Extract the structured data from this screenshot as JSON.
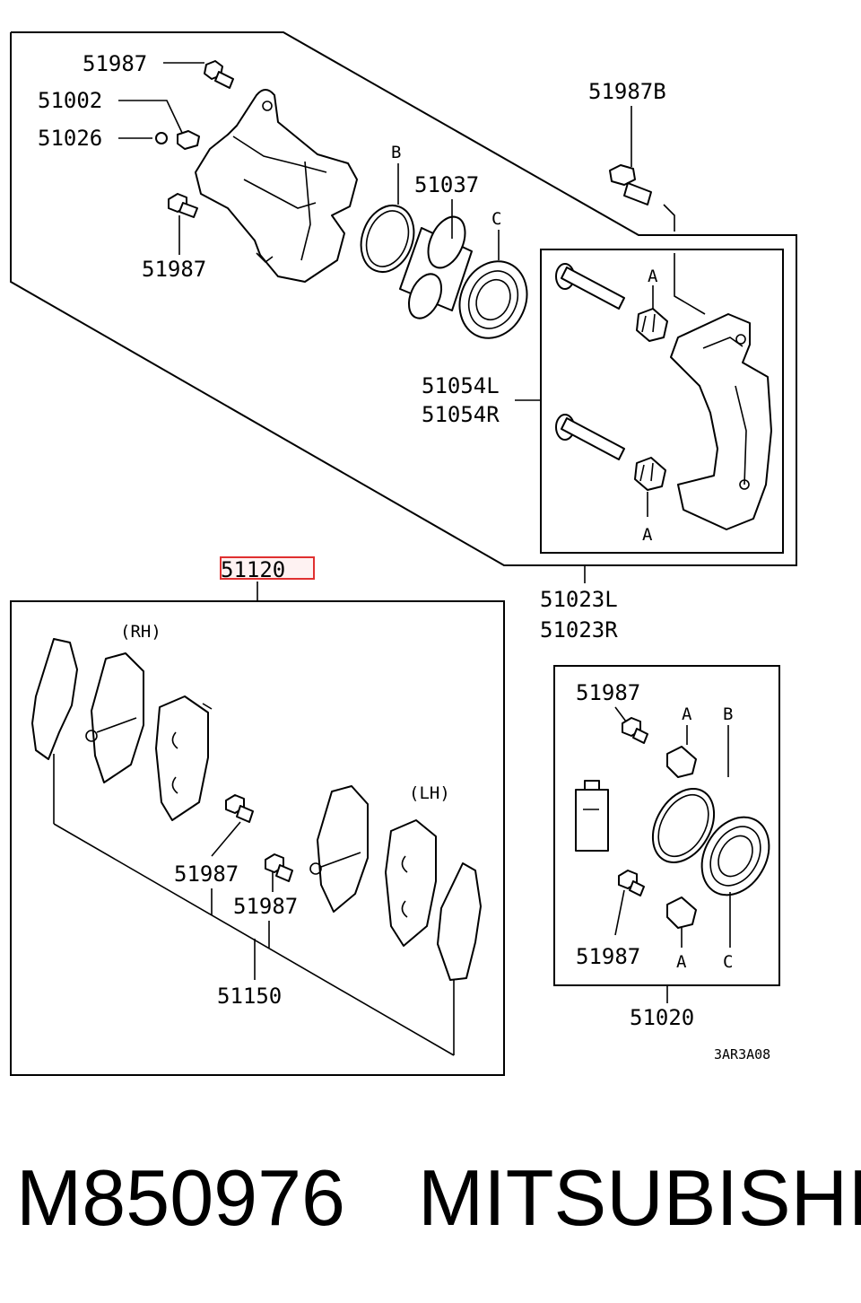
{
  "labels": {
    "p51987_top": "51987",
    "p51002": "51002",
    "p51026": "51026",
    "p51987_mid": "51987",
    "p51987B": "51987B",
    "letter_B_top": "B",
    "p51037": "51037",
    "letter_C_top": "C",
    "letter_A_upper": "A",
    "letter_A_lower": "A",
    "p51054L": "51054L",
    "p51054R": "51054R",
    "p51023L": "51023L",
    "p51023R": "51023R",
    "p51120": "51120",
    "rh": "(RH)",
    "lh": "(LH)",
    "p51987_pad1": "51987",
    "p51987_pad2": "51987",
    "p51150": "51150",
    "kit_51987_top": "51987",
    "kit_A_top": "A",
    "kit_B": "B",
    "kit_51987_bottom": "51987",
    "kit_A_bottom": "A",
    "kit_C": "C",
    "p51020": "51020",
    "drawing_code": "3AR3A08"
  },
  "caption": {
    "part_number": "M850976",
    "brand": "MITSUBISHI"
  },
  "highlight_color": "#e03030"
}
